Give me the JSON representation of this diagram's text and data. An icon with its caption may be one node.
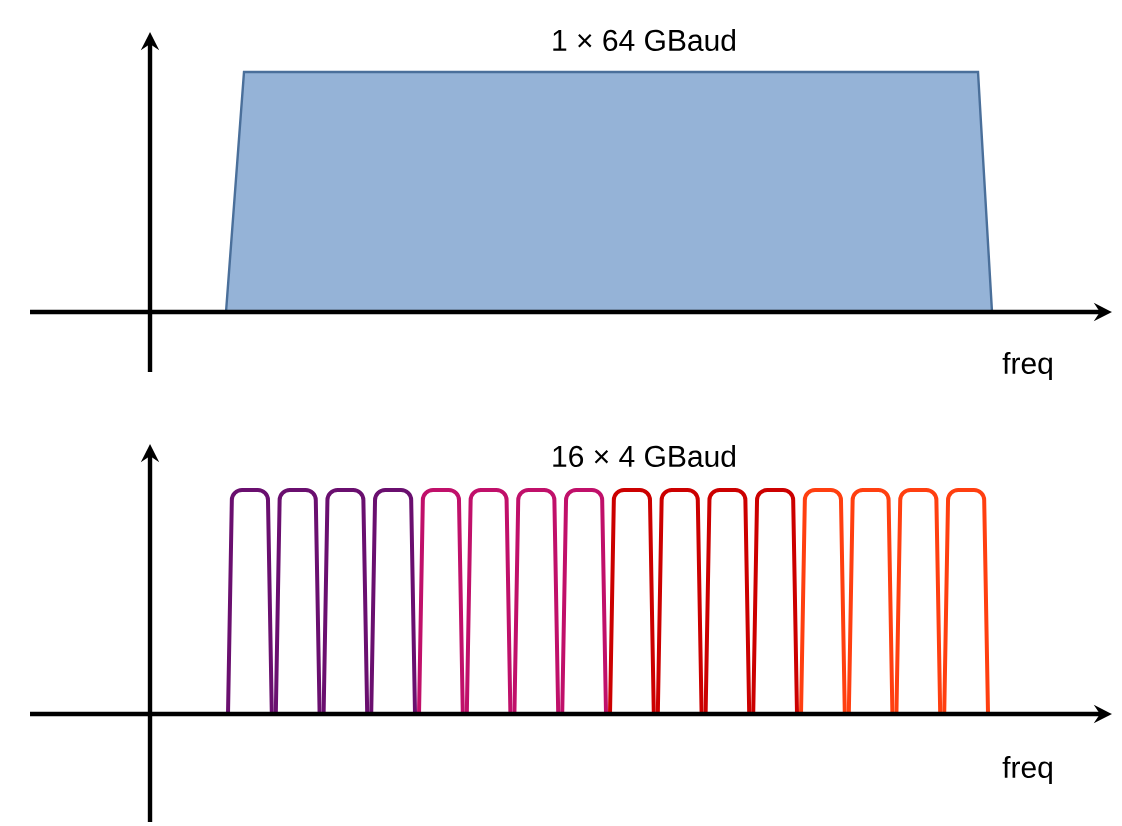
{
  "diagram": {
    "labels": [
      "1 × 64 GBaud",
      "freq",
      "16 × 4 GBaud",
      "freq"
    ]
  }
}
